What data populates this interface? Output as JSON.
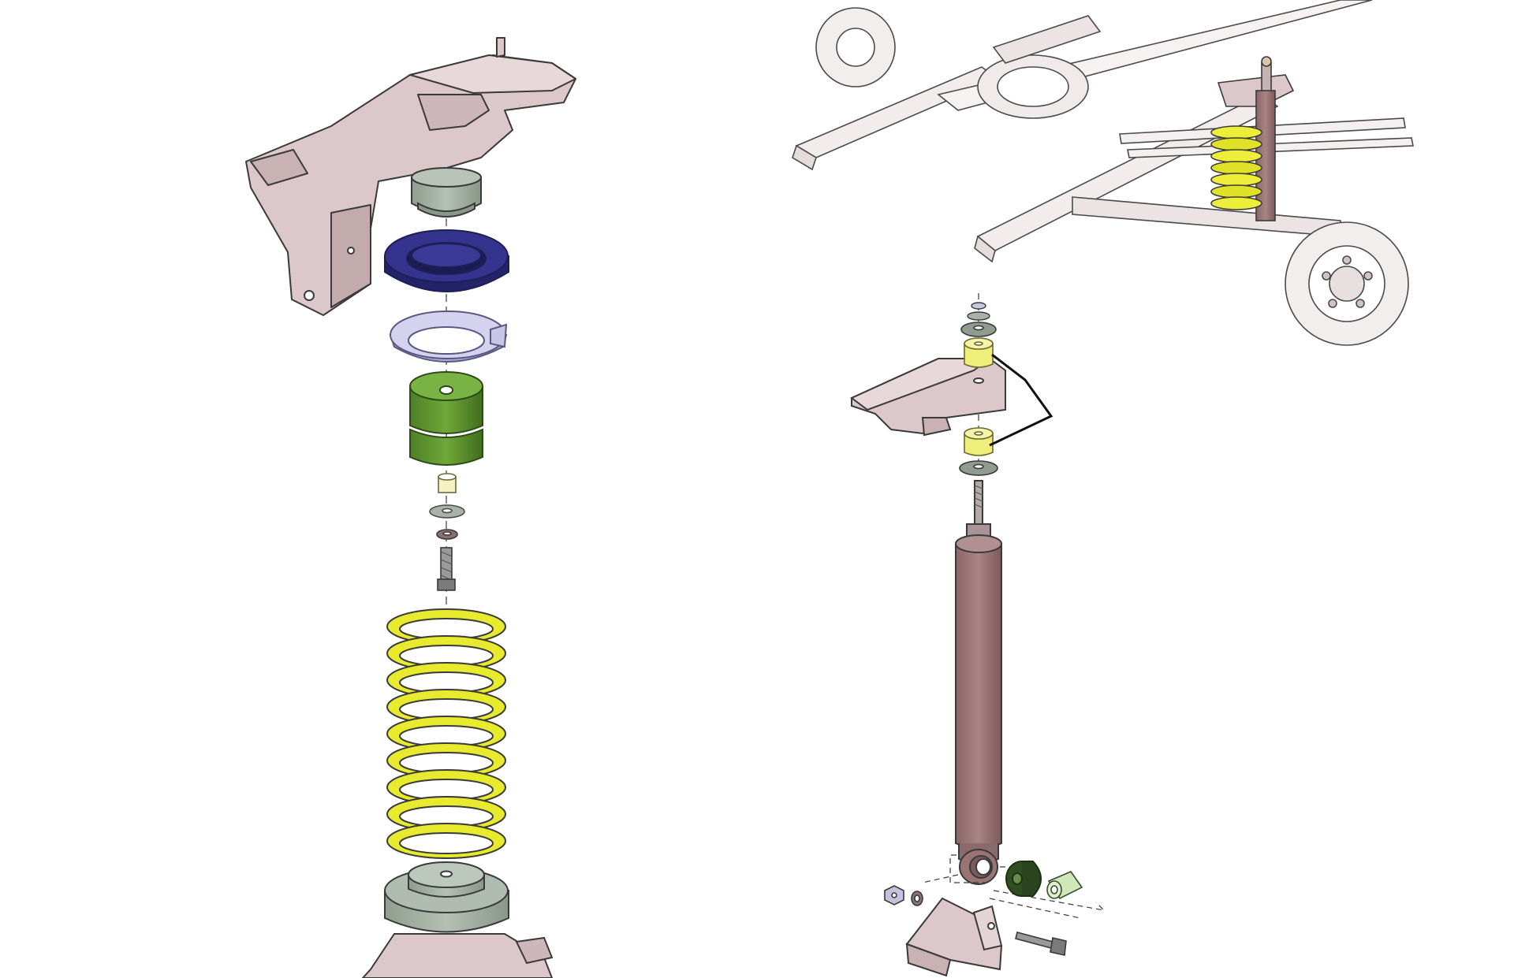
{
  "diagram": {
    "style": "exploded technical illustration",
    "colors": {
      "outline": "#3a3a3a",
      "frame": "#d9c4c6",
      "frame_shadow": "#b9a2a5",
      "isolator_grey": "#9fae9f",
      "upper_seat_blue": "#2f2f86",
      "lower_seat_lavender": "#c8c6e6",
      "bump_stop_green": "#5e9330",
      "spacer_cream": "#f2f0b0",
      "washer_grey": "#9da89d",
      "coil_yellow": "#e8ea2e",
      "shock_body": "#9a7474",
      "bushing_yellow": "#f0ee7a",
      "bushing_dark_green": "#3a5e2a",
      "sleeve_light_green": "#cfe8b8",
      "nut_lavender": "#c4c2dc",
      "bolt_grey": "#8f8f8f"
    },
    "parts_left": [
      "frame-mount",
      "upper-isolator",
      "upper-spring-seat",
      "lower-spring-seat",
      "bump-stop",
      "spacer",
      "washer",
      "lock-washer",
      "bolt",
      "coil-spring",
      "lower-isolator",
      "axle-pad"
    ],
    "parts_right": [
      "chassis-overview",
      "upper-shock-mount",
      "shock-bushings",
      "shock-absorber",
      "lower-bushing",
      "lower-sleeve",
      "lower-bracket",
      "lower-bolt",
      "lower-nut"
    ]
  }
}
